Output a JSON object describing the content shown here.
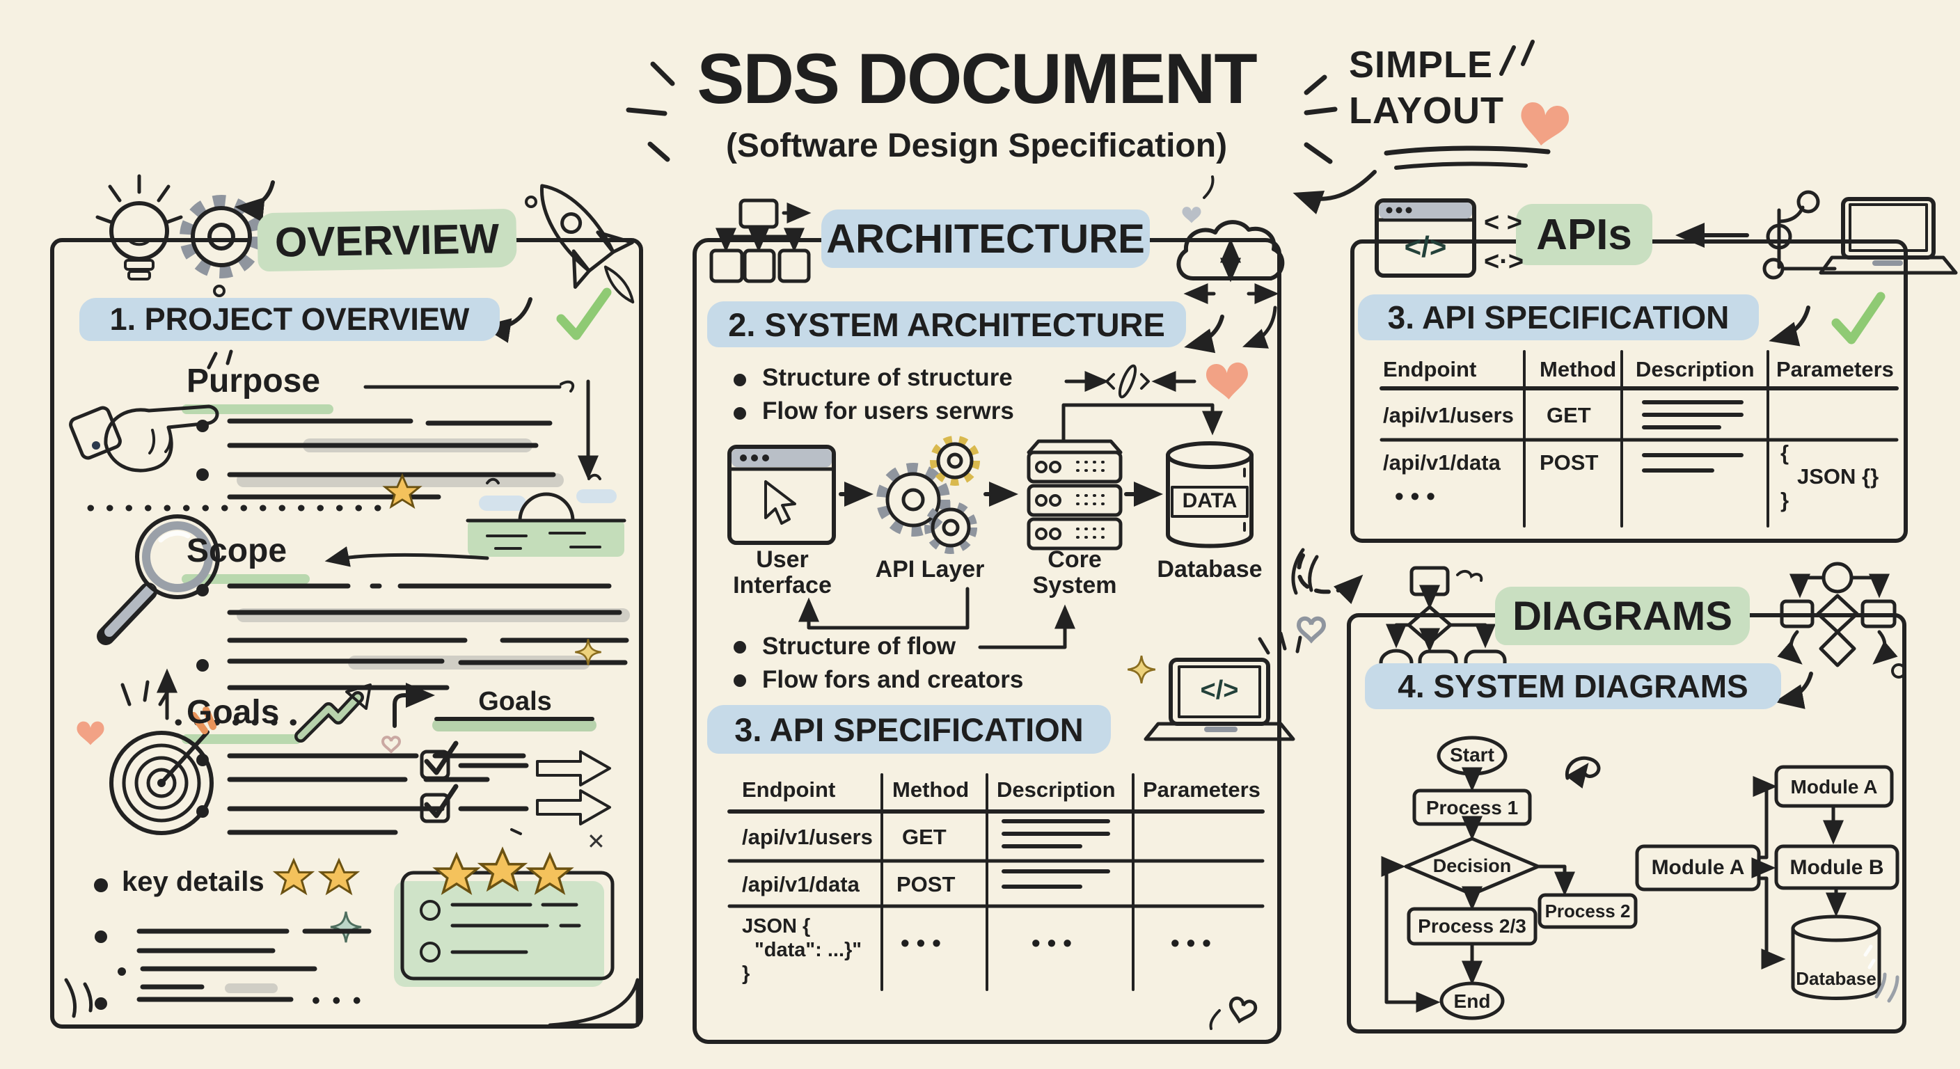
{
  "header": {
    "title": "SDS DOCUMENT",
    "subtitle": "(Software Design Specification)",
    "badge": {
      "line1": "SIMPLE",
      "line2": "LAYOUT"
    }
  },
  "colors": {
    "background": "#f6f1e2",
    "ink": "#1f1f1f",
    "green_highlight": "#c9dfc1",
    "blue_highlight": "#c6dae8",
    "accent_orange": "#f2a285",
    "accent_gold": "#f4c25c",
    "accent_green": "#b7d2ac"
  },
  "icons": [
    "lightbulb-icon",
    "gear-icon",
    "rocket-icon",
    "check-icon",
    "pointing-hand-icon",
    "magnifier-icon",
    "sunset-icon",
    "target-icon",
    "star-icon",
    "checkbox-icon",
    "block-arrow-icon",
    "note-card-icon",
    "org-chart-icon",
    "cloud-sync-icon",
    "browser-cursor-icon",
    "gears-icon",
    "server-icon",
    "database-icon",
    "laptop-code-icon",
    "code-window-icon",
    "git-branch-icon",
    "laptop-icon",
    "mini-flowchart-icon",
    "heart-icon",
    "sparkle-icon"
  ],
  "overview": {
    "section_label": "OVERVIEW",
    "heading": "1. PROJECT OVERVIEW",
    "purpose_label": "Purpose",
    "scope_label": "Scope",
    "goals_label": "Goals",
    "goals_panel_label": "Goals",
    "key_details_label": "key details",
    "ellipsis": "• • •",
    "x_mark": "✕"
  },
  "architecture": {
    "section_label": "ARCHITECTURE",
    "heading": "2. SYSTEM ARCHITECTURE",
    "bullets_top": [
      "Structure of structure",
      "Flow for users serwrs"
    ],
    "bullets_bottom": [
      "Structure of flow",
      "Flow fors and creators"
    ],
    "flow": {
      "user_interface": "User\nInterface",
      "api_layer": "API Layer",
      "core_system": "Core\nSystem",
      "database": "Database",
      "data_label": "DATA"
    },
    "laptop_glyph": "</>",
    "api_heading": "3. API SPECIFICATION",
    "table": {
      "headers": [
        "Endpoint",
        "Method",
        "Description",
        "Parameters"
      ],
      "row1": {
        "endpoint": "/api/v1/users",
        "method": "GET"
      },
      "row2": {
        "endpoint": "/api/v1/data",
        "method": "POST"
      },
      "row3": {
        "json_line1": "JSON {",
        "json_line2": "\"data\": ...}\"",
        "json_line3": "}",
        "dots": "• • •"
      }
    }
  },
  "apis": {
    "section_label": "APIs",
    "window_glyph": "</>",
    "glyph_top": "< >",
    "glyph_bottom": "<·>",
    "heading": "3. API SPECIFICATION",
    "table": {
      "headers": [
        "Endpoint",
        "Method",
        "Description",
        "Parameters"
      ],
      "row1": {
        "endpoint": "/api/v1/users",
        "method": "GET"
      },
      "row2": {
        "endpoint": "/api/v1/data",
        "method": "POST",
        "param_line1": "{",
        "param_line2": "JSON {}",
        "param_line3": "}"
      },
      "row3": {
        "dots": "• • •"
      }
    }
  },
  "diagrams": {
    "section_label": "DIAGRAMS",
    "heading": "4. SYSTEM DIAGRAMS",
    "flowchart": {
      "start": "Start",
      "process1": "Process 1",
      "decision": "Decision",
      "process23": "Process 2/3",
      "process2": "Process 2",
      "end": "End",
      "module_a_top": "Module A",
      "module_a_left": "Module A",
      "module_b": "Module B",
      "database": "Database"
    }
  }
}
